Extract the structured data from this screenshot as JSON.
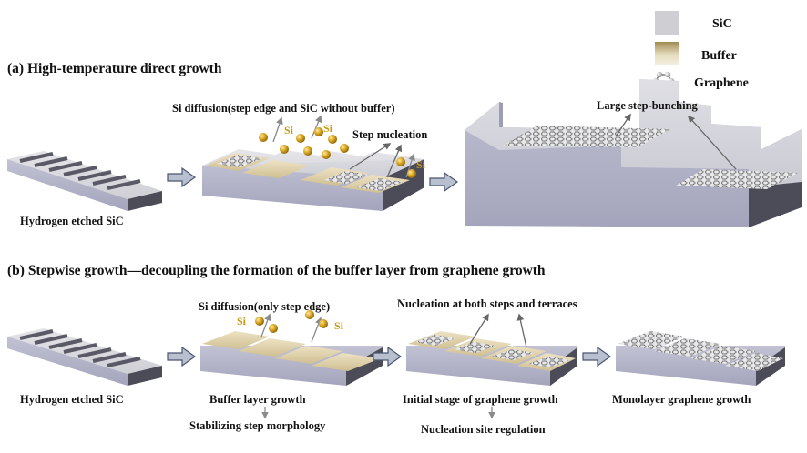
{
  "legend": {
    "sic": "SiC",
    "buffer": "Buffer",
    "graphene": "Graphene"
  },
  "panel_a": {
    "title": "(a) High-temperature direct growth",
    "step1_caption": "Hydrogen etched SiC",
    "diffusion_note": "Si diffusion(step edge and SiC without buffer)",
    "nucleation_note": "Step nucleation",
    "bunching_note": "Large step-bunching",
    "si_label": "Si"
  },
  "panel_b": {
    "title": "(b) Stepwise growth—decoupling the formation of the buffer layer from graphene growth",
    "step1_caption": "Hydrogen etched SiC",
    "diffusion_note": "Si diffusion(only step edge)",
    "step2_caption": "Buffer layer growth",
    "step2_sub": "Stabilizing step morphology",
    "nucleation_note": "Nucleation at both steps and terraces",
    "step3_caption": "Initial stage of graphene growth",
    "step3_sub": "Nucleation site regulation",
    "step4_caption": "Monolayer graphene growth",
    "si_label": "Si"
  },
  "colors": {
    "sic_top": "#d6d6dc",
    "sic_front": "#b3b3c9",
    "sic_side": "#4c4c58",
    "buffer": "#d9cba6",
    "si_atom": "#c89a14",
    "arrow": "#8a8a8a"
  }
}
